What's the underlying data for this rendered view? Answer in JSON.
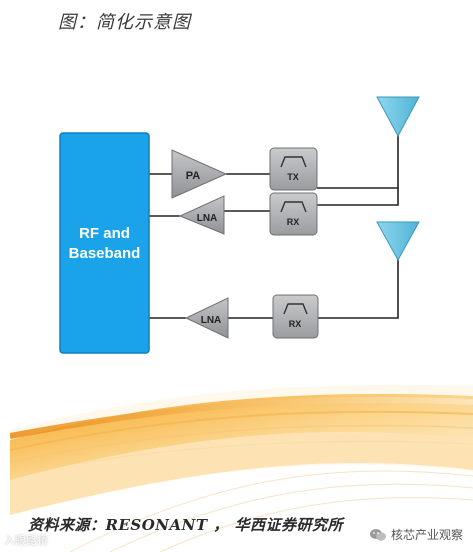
{
  "figure_title": "图：简化示意图",
  "diagram": {
    "baseband_block": {
      "line1": "RF and",
      "line2": "Baseband"
    },
    "pa_label": "PA",
    "lna_top_label": "LNA",
    "lna_bottom_label": "LNA",
    "tx_filter_label": "TX",
    "rx_filter_top_label": "RX",
    "rx_filter_bottom_label": "RX"
  },
  "colors": {
    "baseband_fill": "#1aa3e8",
    "amp_fill": "#a7a9ac",
    "filter_fill": "#b3b5b8",
    "antenna_fill": "#6ec8e4",
    "line": "#222222"
  },
  "source_text": "资料来源：RESONANT ， 华西证券研究所",
  "watermark_left": "入眼路桥",
  "watermark_right": "核芯产业观察"
}
